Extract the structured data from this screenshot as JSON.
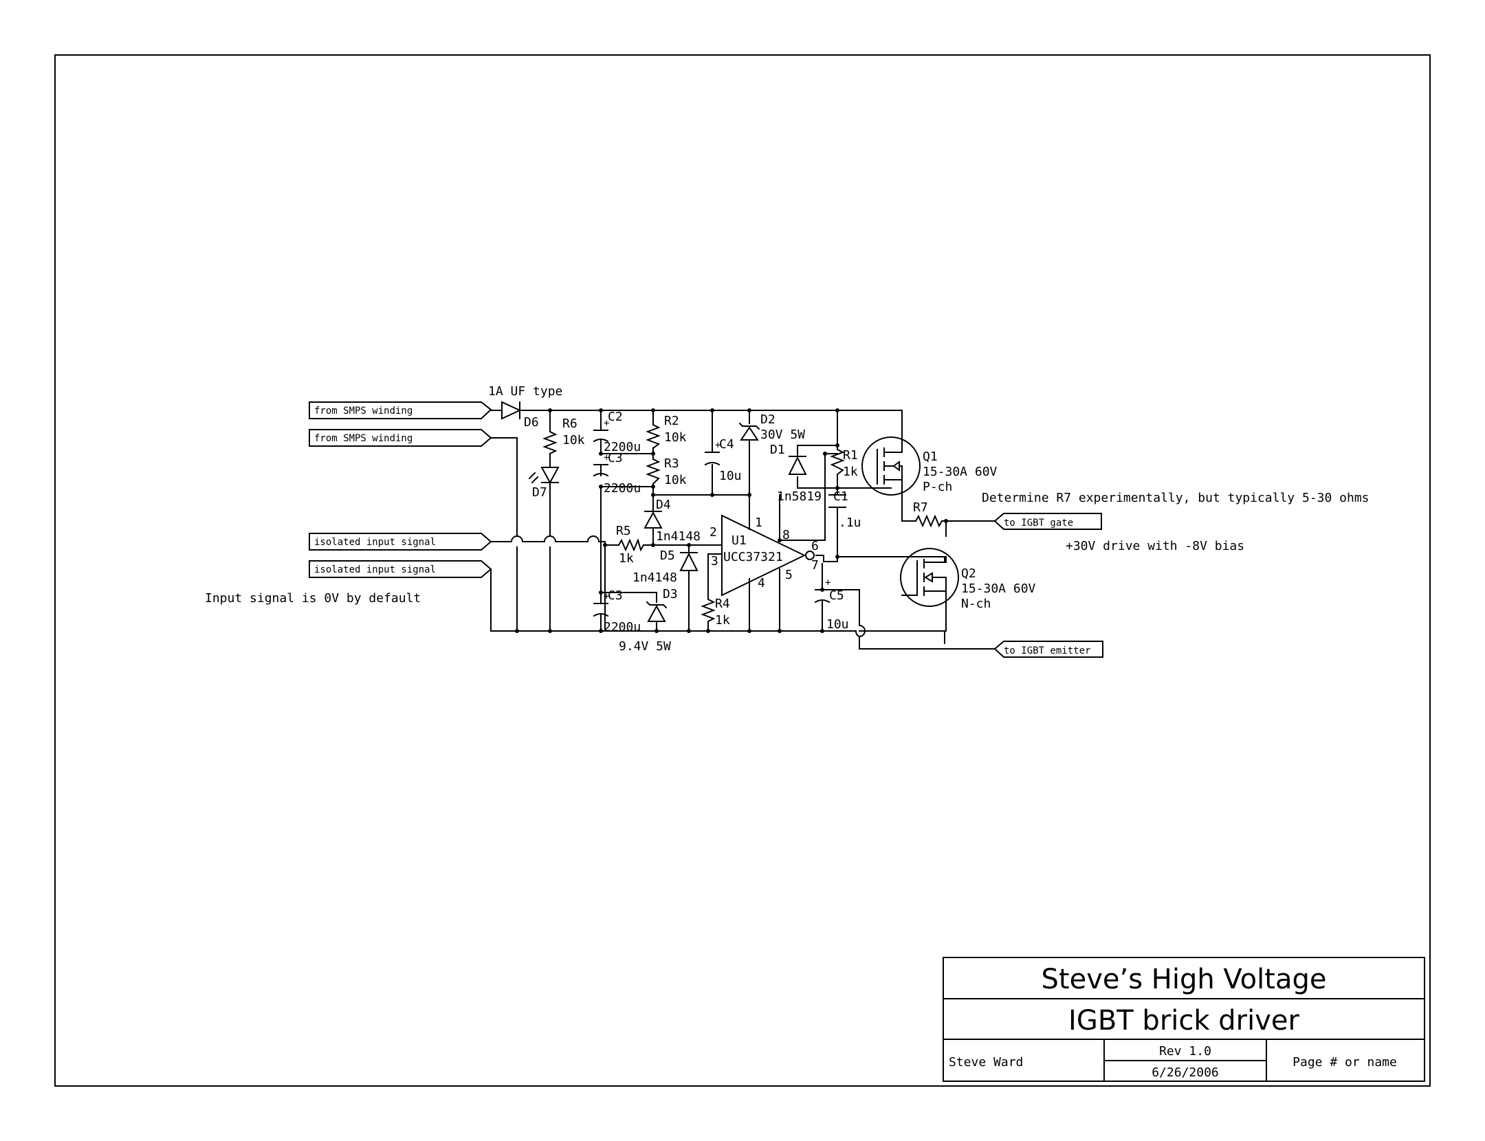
{
  "title_block": {
    "company": "Steve’s High Voltage",
    "title": "IGBT brick driver",
    "author": "Steve Ward",
    "rev": "Rev 1.0",
    "date": "6/26/2006",
    "page": "Page # or name"
  },
  "ports": {
    "smps1": "from SMPS winding",
    "smps2": "from SMPS winding",
    "in1": "isolated input signal",
    "in2": "isolated input signal",
    "gate": "to IGBT gate",
    "emitter": "to IGBT emitter"
  },
  "notes": {
    "input_default": "Input signal is 0V by default",
    "r7": "Determine R7 experimentally, but typically 5-30 ohms",
    "drive": "+30V drive with -8V bias",
    "d6_type": "1A UF type",
    "d3_rating": "9.4V 5W"
  },
  "components": {
    "d6": "D6",
    "r6": "R6",
    "r6v": "10k",
    "d7": "D7",
    "c2": "C2",
    "c2v": "2200u",
    "c3a": "C3",
    "c3av": "2200u",
    "c3b": "C3",
    "c3bv": "2200u",
    "r2": "R2",
    "r2v": "10k",
    "r3": "R3",
    "r3v": "10k",
    "d4": "D4",
    "d4v": "1n4148",
    "r5": "R5",
    "r5v": "1k",
    "d5": "D5",
    "d5v": "1n4148",
    "d3": "D3",
    "r4": "R4",
    "r4v": "1k",
    "c4": "C4",
    "c4v": "10u",
    "d2": "D2",
    "d2v": "30V 5W",
    "d1": "D1",
    "d1v": "1n5819",
    "r1": "R1",
    "r1v": "1k",
    "c1": "C1",
    "c1v": ".1u",
    "c5": "C5",
    "c5v": "10u",
    "u1": "U1",
    "u1v": "UCC37321",
    "q1": "Q1",
    "q1v": "15-30A 60V",
    "q1t": "P-ch",
    "q2": "Q2",
    "q2v": "15-30A 60V",
    "q2t": "N-ch",
    "r7": "R7"
  },
  "pins": {
    "p1": "1",
    "p2": "2",
    "p3": "3",
    "p4": "4",
    "p5": "5",
    "p6": "6",
    "p7": "7",
    "p8": "8"
  }
}
